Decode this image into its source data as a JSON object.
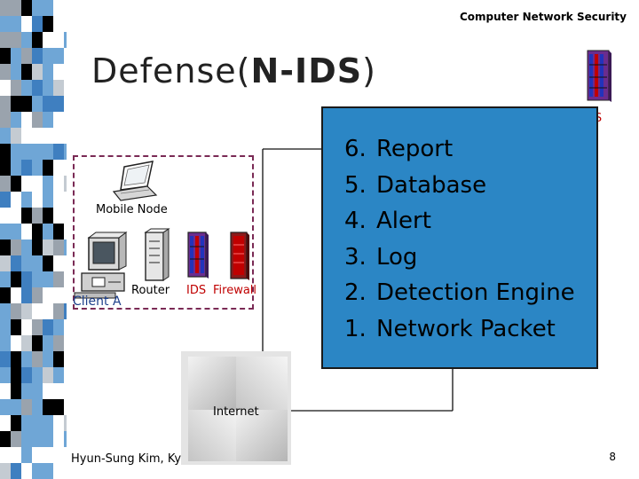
{
  "header": {
    "course_title": "Computer Network Security"
  },
  "title": {
    "prefix": "Defense(",
    "emphasis": "N-IDS",
    "suffix": ")"
  },
  "ids_device_label": "IDS",
  "components": [
    {
      "id": "report",
      "number": "6.",
      "label": "Report"
    },
    {
      "id": "database",
      "number": "5.",
      "label": "Database"
    },
    {
      "id": "alert",
      "number": "4.",
      "label": "Alert"
    },
    {
      "id": "log",
      "number": "3.",
      "label": "Log"
    },
    {
      "id": "detection-engine",
      "number": "2.",
      "label": "Detection Engine"
    },
    {
      "id": "network-packet",
      "number": "1.",
      "label": "Network Packet"
    }
  ],
  "diagram": {
    "mobile_node_label": "Mobile Node",
    "client_label": "Client A",
    "router_label": "Router",
    "ids_label": "IDS",
    "firewall_label": "Firewall",
    "internet_label": "Internet"
  },
  "footer": {
    "author": "Hyun-Sung Kim, Ky",
    "page": "8"
  },
  "colors": {
    "panel": "#2b86c5",
    "accent_red": "#c00000",
    "ids_purple": "#6b2c8e",
    "client_blue": "#1d3f8a"
  }
}
